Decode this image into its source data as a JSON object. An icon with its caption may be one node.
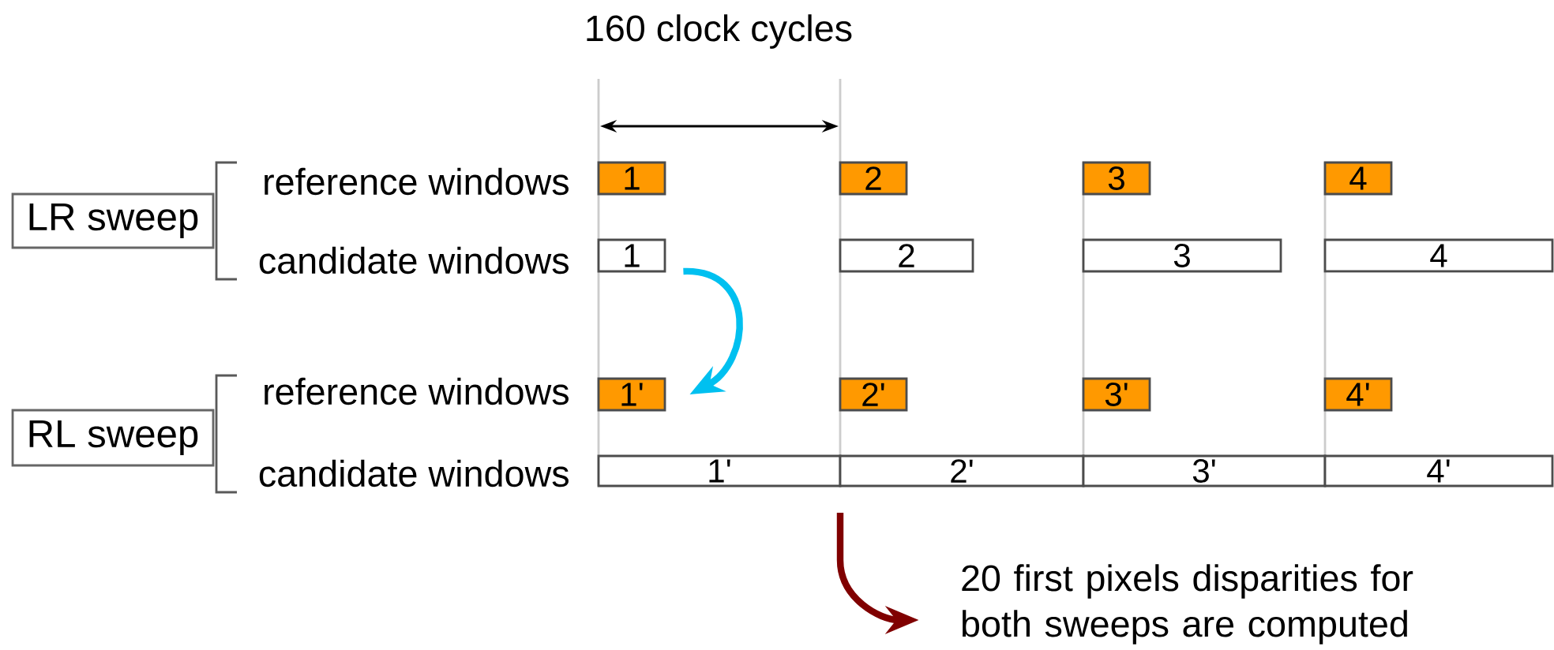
{
  "diagram": {
    "nodes": [
      {
        "text": [
          "LR sweep"
        ]
      },
      {
        "text": [
          "1"
        ]
      },
      {
        "text": [
          "2"
        ]
      },
      {
        "text": [
          "3"
        ]
      },
      {
        "text": [
          "4"
        ]
      },
      {
        "text": [
          "1"
        ]
      },
      {
        "text": [
          "2"
        ]
      },
      {
        "text": [
          "3"
        ]
      },
      {
        "text": [
          "4"
        ]
      },
      {
        "text": [
          "RL sweep"
        ]
      },
      {
        "text": [
          "1'"
        ]
      },
      {
        "text": [
          "2'"
        ]
      },
      {
        "text": [
          "3'"
        ]
      },
      {
        "text": [
          "4'"
        ]
      },
      {
        "text": [
          "1'"
        ]
      },
      {
        "text": [
          "2'"
        ]
      },
      {
        "text": [
          "3'"
        ]
      },
      {
        "text": [
          "4'"
        ]
      },
      {
        "text": [
          "20 first pixels disparities for both sweeps are computed"
        ]
      }
    ],
    "edges": [
      {
        "from": 5,
        "to": 10,
        "arrow": "to",
        "color": "#00c0f0"
      },
      {
        "from": null,
        "to": 18,
        "arrow": "to",
        "color": "#800000"
      }
    ],
    "labels": [
      "160 clock cycles",
      "reference windows",
      "candidate windows",
      "reference windows",
      "candidate windows"
    ]
  }
}
